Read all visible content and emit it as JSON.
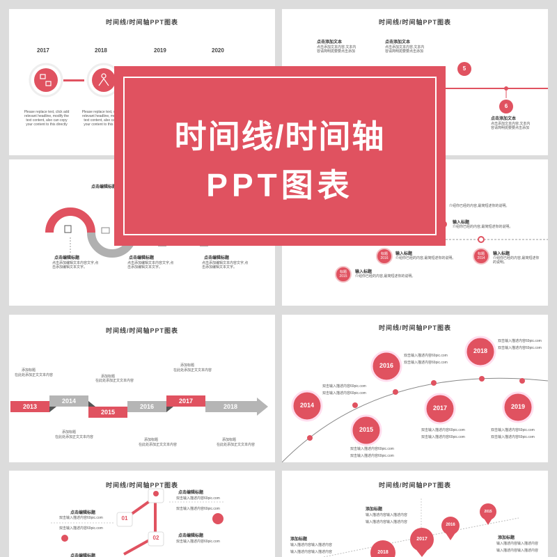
{
  "slide_title": "时间线/时间轴PPT图表",
  "banner": {
    "line1": "时间线/时间轴",
    "line2": "PPT图表"
  },
  "s1": {
    "years": [
      "2017",
      "2018",
      "2019",
      "2020"
    ],
    "desc": "Please replace text, click add relevant headline, modify the text content, also can copy your content to this directly"
  },
  "s2": {
    "label": "点击添加文本",
    "body": "点击添加文本内容,文本内容请简明扼要要点击添加",
    "nums": [
      "5",
      "6"
    ]
  },
  "s3": {
    "label": "点击编辑标题",
    "body": "点击添加编辑文本内容文字,点击添加编辑文本文字。"
  },
  "s4": {
    "label": "输入标题",
    "body": "介绍你已经的内容,最简短述你的说明。",
    "badge_top": "标题",
    "badges": [
      "2014",
      "2015",
      "2016"
    ]
  },
  "s5": {
    "years": [
      "2013",
      "2014",
      "2015",
      "2016",
      "2017",
      "2018"
    ],
    "label": "添加标题",
    "body": "在此处添加正文文本内容"
  },
  "s6": {
    "years": [
      "2014",
      "2015",
      "2016",
      "2017",
      "2018",
      "2019"
    ],
    "caption": "双击输入描述内容69pic.com"
  },
  "s7": {
    "label": "点击编辑标题",
    "body": "双击输入描述内容69pic.com",
    "steps": [
      "01",
      "02"
    ]
  },
  "s8": {
    "label": "添加标题",
    "body": "输入描述内容输入描述内容",
    "years": [
      "2015",
      "2016",
      "2017",
      "2018"
    ]
  },
  "colors": {
    "accent": "#e05260",
    "grey": "#b0b0b0",
    "dark": "#444444"
  }
}
